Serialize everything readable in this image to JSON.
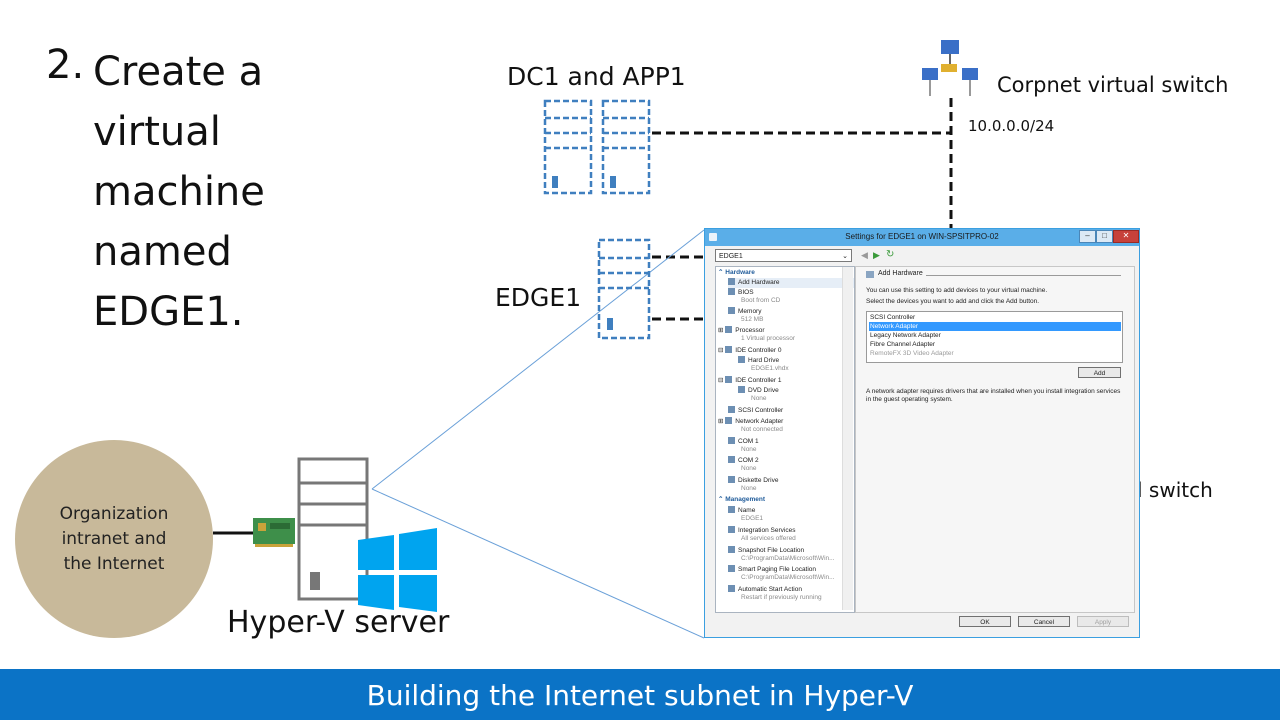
{
  "slide": {
    "step_number": "2.",
    "step_text": "Create a virtual machine named EDGE1.",
    "label_dc": "DC1 and APP1",
    "label_corpnet": "Corpnet virtual switch",
    "label_subnet": "10.0.0.0/24",
    "label_edge": "EDGE1",
    "label_partial_switch": "l switch",
    "label_org": "Organization intranet and the Internet",
    "label_hyperv": "Hyper-V server",
    "footer": "Building the Internet subnet in Hyper-V"
  },
  "colors": {
    "accent": "#0b73c6",
    "server_blue": "#3f7fbf",
    "org_circle": "#c8b99a",
    "windows_logo": "#00a4ef"
  },
  "dialog": {
    "title": "Settings for EDGE1 on WIN-SPSITPRO-02",
    "vm_select": "EDGE1",
    "tree": {
      "hardware_header": "Hardware",
      "add_hardware": "Add Hardware",
      "bios": "BIOS",
      "bios_sub": "Boot from CD",
      "memory": "Memory",
      "memory_sub": "512 MB",
      "processor": "Processor",
      "processor_sub": "1 Virtual processor",
      "ide0": "IDE Controller 0",
      "hard_drive": "Hard Drive",
      "hard_drive_sub": "EDGE1.vhdx",
      "ide1": "IDE Controller 1",
      "dvd_drive": "DVD Drive",
      "dvd_drive_sub": "None",
      "scsi": "SCSI Controller",
      "network_adapter": "Network Adapter",
      "network_adapter_sub": "Not connected",
      "com1": "COM 1",
      "com1_sub": "None",
      "com2": "COM 2",
      "com2_sub": "None",
      "diskette": "Diskette Drive",
      "diskette_sub": "None",
      "management_header": "Management",
      "name": "Name",
      "name_sub": "EDGE1",
      "integration": "Integration Services",
      "integration_sub": "All services offered",
      "snapshot": "Snapshot File Location",
      "snapshot_sub": "C:\\ProgramData\\Microsoft\\Win...",
      "paging": "Smart Paging File Location",
      "paging_sub": "C:\\ProgramData\\Microsoft\\Win...",
      "auto_start": "Automatic Start Action",
      "auto_start_sub": "Restart if previously running"
    },
    "panel": {
      "heading": "Add Hardware",
      "intro": "You can use this setting to add devices to your virtual machine.",
      "instruction": "Select the devices you want to add and click the Add button.",
      "devices": [
        "SCSI Controller",
        "Network Adapter",
        "Legacy Network Adapter",
        "Fibre Channel Adapter",
        "RemoteFX 3D Video Adapter"
      ],
      "selected_device": "Network Adapter",
      "add_button": "Add",
      "note": "A network adapter requires drivers that are installed when you install integration services in the guest operating system."
    },
    "buttons": {
      "ok": "OK",
      "cancel": "Cancel",
      "apply": "Apply"
    }
  }
}
